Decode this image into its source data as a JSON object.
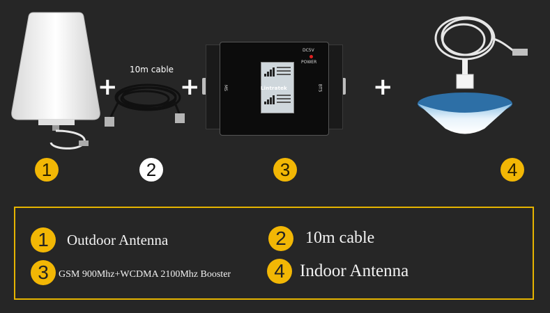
{
  "top": {
    "cable_caption": "10m cable",
    "plus_sign": "+",
    "markers": [
      "1",
      "2",
      "3",
      "4"
    ],
    "booster": {
      "brand": "Lintratek",
      "port_left": "MS",
      "port_right": "BTS",
      "dc_label": "DC5V",
      "power_label": "POWER"
    }
  },
  "legend": {
    "items": [
      {
        "num": "1",
        "label": "Outdoor Antenna"
      },
      {
        "num": "2",
        "label": "10m cable"
      },
      {
        "num": "3",
        "label": "GSM 900Mhz+WCDMA 2100Mhz Booster"
      },
      {
        "num": "4",
        "label": "Indoor Antenna"
      }
    ]
  },
  "colors": {
    "background": "#262626",
    "accent_yellow": "#f2b705",
    "frame_border": "#e6b400"
  }
}
